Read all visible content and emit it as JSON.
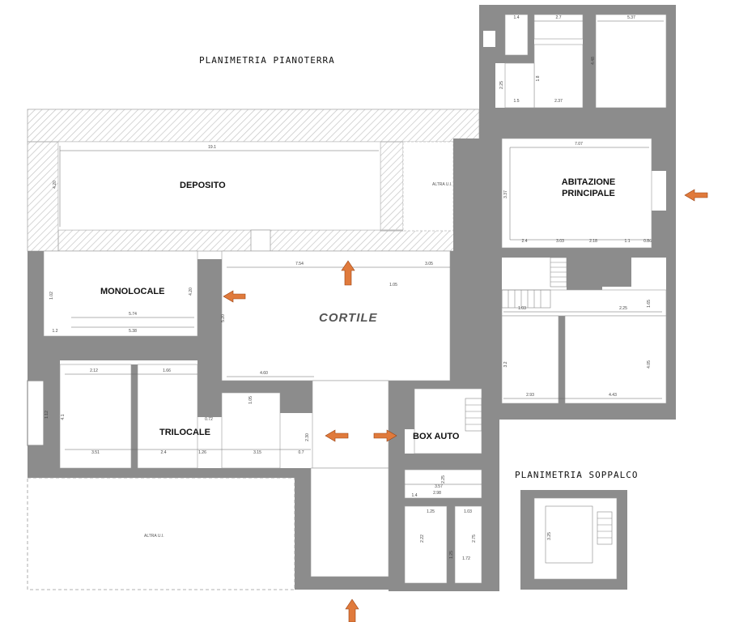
{
  "titles": {
    "ground_floor": "PLANIMETRIA PIANOTERRA",
    "mezzanine": "PLANIMETRIA SOPPALCO"
  },
  "rooms": {
    "deposito": "DEPOSITO",
    "monolocale": "MONOLOCALE",
    "cortile": "CORTILE",
    "abitazione_line1": "ABITAZIONE",
    "abitazione_line2": "PRINCIPALE",
    "trilocale": "TRILOCALE",
    "box_auto": "BOX AUTO",
    "altra_ui": "ALTRA U.I.",
    "altro_ui": "ALTRA U.I."
  },
  "dimensions": {
    "deposito_width": "19.1",
    "deposito_height": "4.20",
    "abitazione_width": "7.07",
    "abitazione_height": "3.37",
    "abitazione_b1": "2.4",
    "abitazione_b2": "3.03",
    "abitazione_b3": "2.18",
    "abitazione_b4": "1.1",
    "abitazione_b5": "0.86",
    "top_a": "1.4",
    "top_b": "2.7",
    "top_c": "5.37",
    "top_d": "1.5",
    "top_e": "2.37",
    "top_f": "4.48",
    "top_g": "2.25",
    "top_h": "1.8",
    "cortile_top": "7.54",
    "cortile_gap": "1.05",
    "cortile_right": "3.05",
    "cortile_bottom": "4.60",
    "cortile_side": "5.20",
    "mono_a": "5.74",
    "mono_b": "5.38",
    "mono_h": "4.20",
    "mono_side": "1.02",
    "mono_c": "1.2",
    "tri_a": "2.12",
    "tri_b": "1.66",
    "tri_c": "3.51",
    "tri_d": "2.4",
    "tri_e": "1.26",
    "tri_f": "3.15",
    "tri_g": "0.7",
    "tri_h": "4.1",
    "tri_i": "0.72",
    "tri_j": "1.05",
    "tri_k": "2.30",
    "tri_l": "1.12",
    "right_a": "1.03",
    "right_b": "2.25",
    "right_c": "2.93",
    "right_d": "4.43",
    "right_e": "3.2",
    "right_f": "4.05",
    "right_g": "1.65",
    "box_a": "3.57",
    "box_b": "2.98",
    "box_c": "1.4",
    "box_d": "2.25",
    "box_e": "1.25",
    "box_f": "1.03",
    "box_g": "2.75",
    "box_h": "1.25",
    "box_i": "1.72",
    "box_j": "2.22",
    "sop_a": "3.25"
  },
  "colors": {
    "wall": "#8c8c8c",
    "hatch": "#c9c9c9",
    "arrow_fill": "#e07a3c",
    "arrow_stroke": "#9a4010",
    "dim_line": "#666666"
  }
}
